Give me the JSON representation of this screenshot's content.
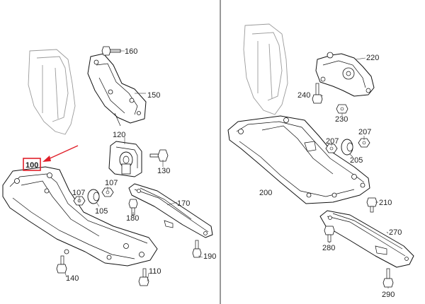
{
  "parts_left": [
    {
      "id": "p100",
      "label": "100",
      "name": "crossmember-left"
    },
    {
      "id": "p105",
      "label": "105",
      "name": "rubber-bushing-left"
    },
    {
      "id": "p107a",
      "label": "107",
      "name": "nut-107-left"
    },
    {
      "id": "p107b",
      "label": "107",
      "name": "nut-107-right"
    },
    {
      "id": "p110",
      "label": "110",
      "name": "bolt-110"
    },
    {
      "id": "p120",
      "label": "120",
      "name": "transmission-mount"
    },
    {
      "id": "p130",
      "label": "130",
      "name": "bolt-130"
    },
    {
      "id": "p140",
      "label": "140",
      "name": "bolt-140"
    },
    {
      "id": "p150",
      "label": "150",
      "name": "mount-bracket-150"
    },
    {
      "id": "p160",
      "label": "160",
      "name": "bolt-160"
    },
    {
      "id": "p170",
      "label": "170",
      "name": "heat-shield-170"
    },
    {
      "id": "p180",
      "label": "180",
      "name": "bolt-180"
    },
    {
      "id": "p190",
      "label": "190",
      "name": "bolt-190"
    }
  ],
  "parts_right": [
    {
      "id": "p200",
      "label": "200",
      "name": "crossmember-right"
    },
    {
      "id": "p205",
      "label": "205",
      "name": "rubber-bushing-right"
    },
    {
      "id": "p207a",
      "label": "207",
      "name": "nut-207-left"
    },
    {
      "id": "p207b",
      "label": "207",
      "name": "nut-207-right"
    },
    {
      "id": "p210",
      "label": "210",
      "name": "bolt-210"
    },
    {
      "id": "p220",
      "label": "220",
      "name": "mount-bracket-220"
    },
    {
      "id": "p230",
      "label": "230",
      "name": "nut-230"
    },
    {
      "id": "p240",
      "label": "240",
      "name": "bolt-240"
    },
    {
      "id": "p270",
      "label": "270",
      "name": "heat-shield-270"
    },
    {
      "id": "p280",
      "label": "280",
      "name": "bolt-280"
    },
    {
      "id": "p290",
      "label": "290",
      "name": "bolt-290"
    }
  ],
  "highlight": {
    "label": "100",
    "box_color": "#e0202a",
    "arrow_color": "#e0202a"
  }
}
